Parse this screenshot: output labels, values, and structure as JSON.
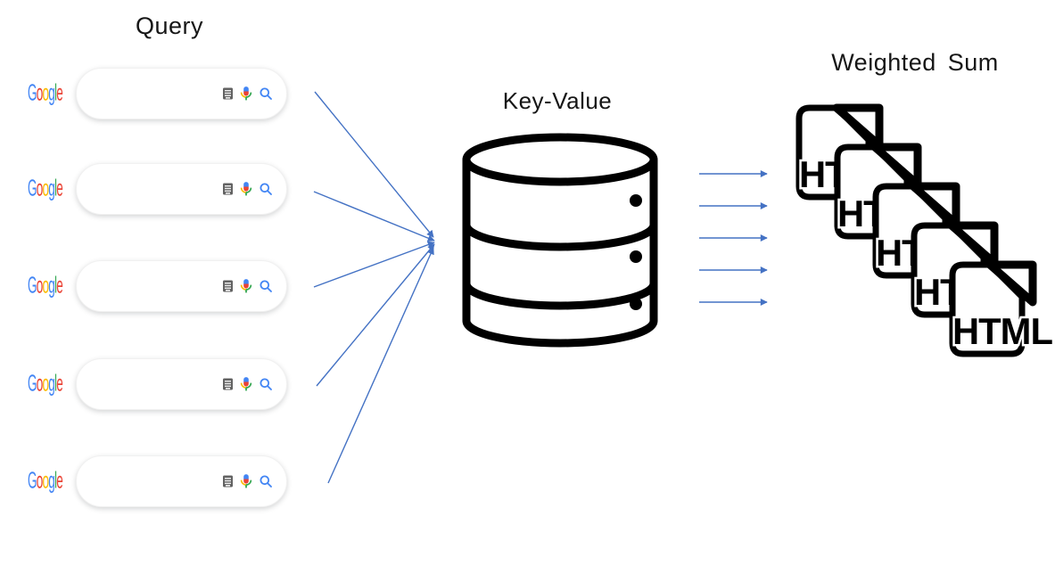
{
  "titles": {
    "query": "Query",
    "key_value": "Key-Value",
    "weighted_sum": "Weighted Sum"
  },
  "google_logo": {
    "text": "Google",
    "letters": [
      {
        "char": "G",
        "color": "#4285F4"
      },
      {
        "char": "o",
        "color": "#EA4335"
      },
      {
        "char": "o",
        "color": "#FBBC05"
      },
      {
        "char": "g",
        "color": "#4285F4"
      },
      {
        "char": "l",
        "color": "#34A853"
      },
      {
        "char": "e",
        "color": "#EA4335"
      }
    ]
  },
  "search_bar": {
    "count": 5,
    "value": "",
    "placeholder": "",
    "icons": [
      "keyboard-icon",
      "microphone-icon",
      "search-icon"
    ]
  },
  "database": {
    "icon": "database-icon",
    "sections": 3
  },
  "files": {
    "icon": "html-file-icon",
    "count": 5,
    "label": "HTML"
  },
  "arrows": {
    "color": "#4472C4",
    "fan_in_count": 5,
    "output_count": 5
  },
  "colors": {
    "title_text": "#161616",
    "icon_black": "#000000",
    "google_blue": "#4285F4",
    "google_red": "#EA4335",
    "google_yellow": "#FBBC05",
    "google_green": "#34A853",
    "keyboard_gray": "#636363"
  }
}
